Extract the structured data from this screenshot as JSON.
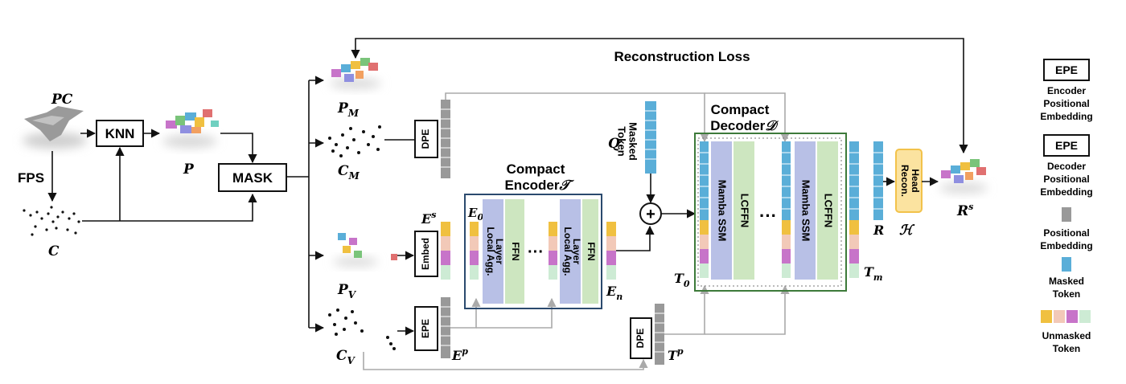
{
  "labels": {
    "pc": "PC",
    "knn": "KNN",
    "fps": "FPS",
    "p": "P",
    "c": "C",
    "mask": "MASK",
    "pm": "P",
    "pm_sub": "M",
    "cm": "C",
    "cm_sub": "M",
    "pv": "P",
    "pv_sub": "V",
    "cv": "C",
    "cv_sub": "V",
    "reconstruction_loss": "Reconstruction Loss",
    "dpe": "DPE",
    "dpe2": "DPE",
    "epe": "EPE",
    "embed": "Embed",
    "es": "E",
    "es_sup": "s",
    "e0": "E",
    "e0_sub": "0",
    "en": "E",
    "en_sub": "n",
    "ep": "E",
    "ep_sup": "p",
    "tp": "T",
    "tp_sup": "p",
    "t0": "T",
    "t0_sub": "0",
    "tm": "T",
    "tm_sub": "m",
    "q": "Q",
    "masked_token_l1": "Masked",
    "masked_token_l2": "Token",
    "encoder_title_l1": "Compact",
    "encoder_title_l2": "Encoder",
    "encoder_symbol": "𝒯",
    "decoder_title_l1": "Compact",
    "decoder_title_l2": "Decoder",
    "decoder_symbol": "𝒟",
    "local_agg_l1": "Local Agg.",
    "local_agg_l2": "Layer",
    "ffn": "FFN",
    "mamba_ssm": "Mamba SSM",
    "lcffn": "LCFFN",
    "dots": "···",
    "plus": "+",
    "recon_head_l1": "Recon.",
    "recon_head_l2": "Head",
    "r": "R",
    "h": "ℋ",
    "rs": "R",
    "rs_sup": "s"
  },
  "legend": {
    "epe_box": "EPE",
    "epe_desc": [
      "Encoder",
      "Positional",
      "Embedding"
    ],
    "dpe_box": "EPE",
    "dpe_desc": [
      "Decoder",
      "Positional",
      "Embedding"
    ],
    "pos_desc": [
      "Positional",
      "Embedding"
    ],
    "masked_desc": [
      "Masked",
      "Token"
    ],
    "unmasked_desc": [
      "Unmasked",
      "Token"
    ]
  },
  "colors": {
    "masked_token": "#5aaed8",
    "unmasked_1": "#f0c040",
    "unmasked_2": "#f2c9b8",
    "unmasked_3": "#c774c9",
    "unmasked_4": "#cdebd4",
    "positional": "#999999",
    "local_agg": "#b8c0e6",
    "ffn": "#cde6c0",
    "recon_head_fill": "#fbe3a0",
    "recon_head_stroke": "#f2c24a",
    "encoder_border": "#2b4a6e",
    "decoder_border": "#3d7a3a",
    "gray_arrow": "#aaaaaa"
  }
}
